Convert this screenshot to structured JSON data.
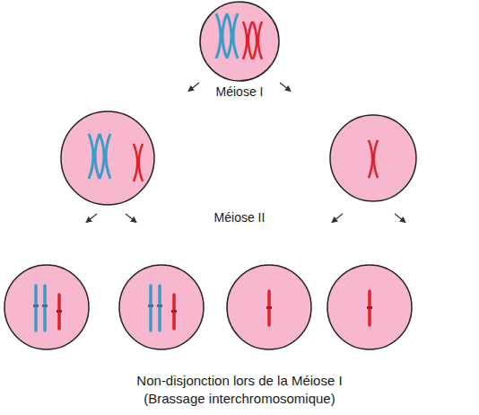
{
  "diagram": {
    "caption": "Non-disjonction lors de la Méiose I (Brassage interchromosomique)",
    "labels": [
      "Méiose I",
      "Méiose II"
    ]
  }
}
